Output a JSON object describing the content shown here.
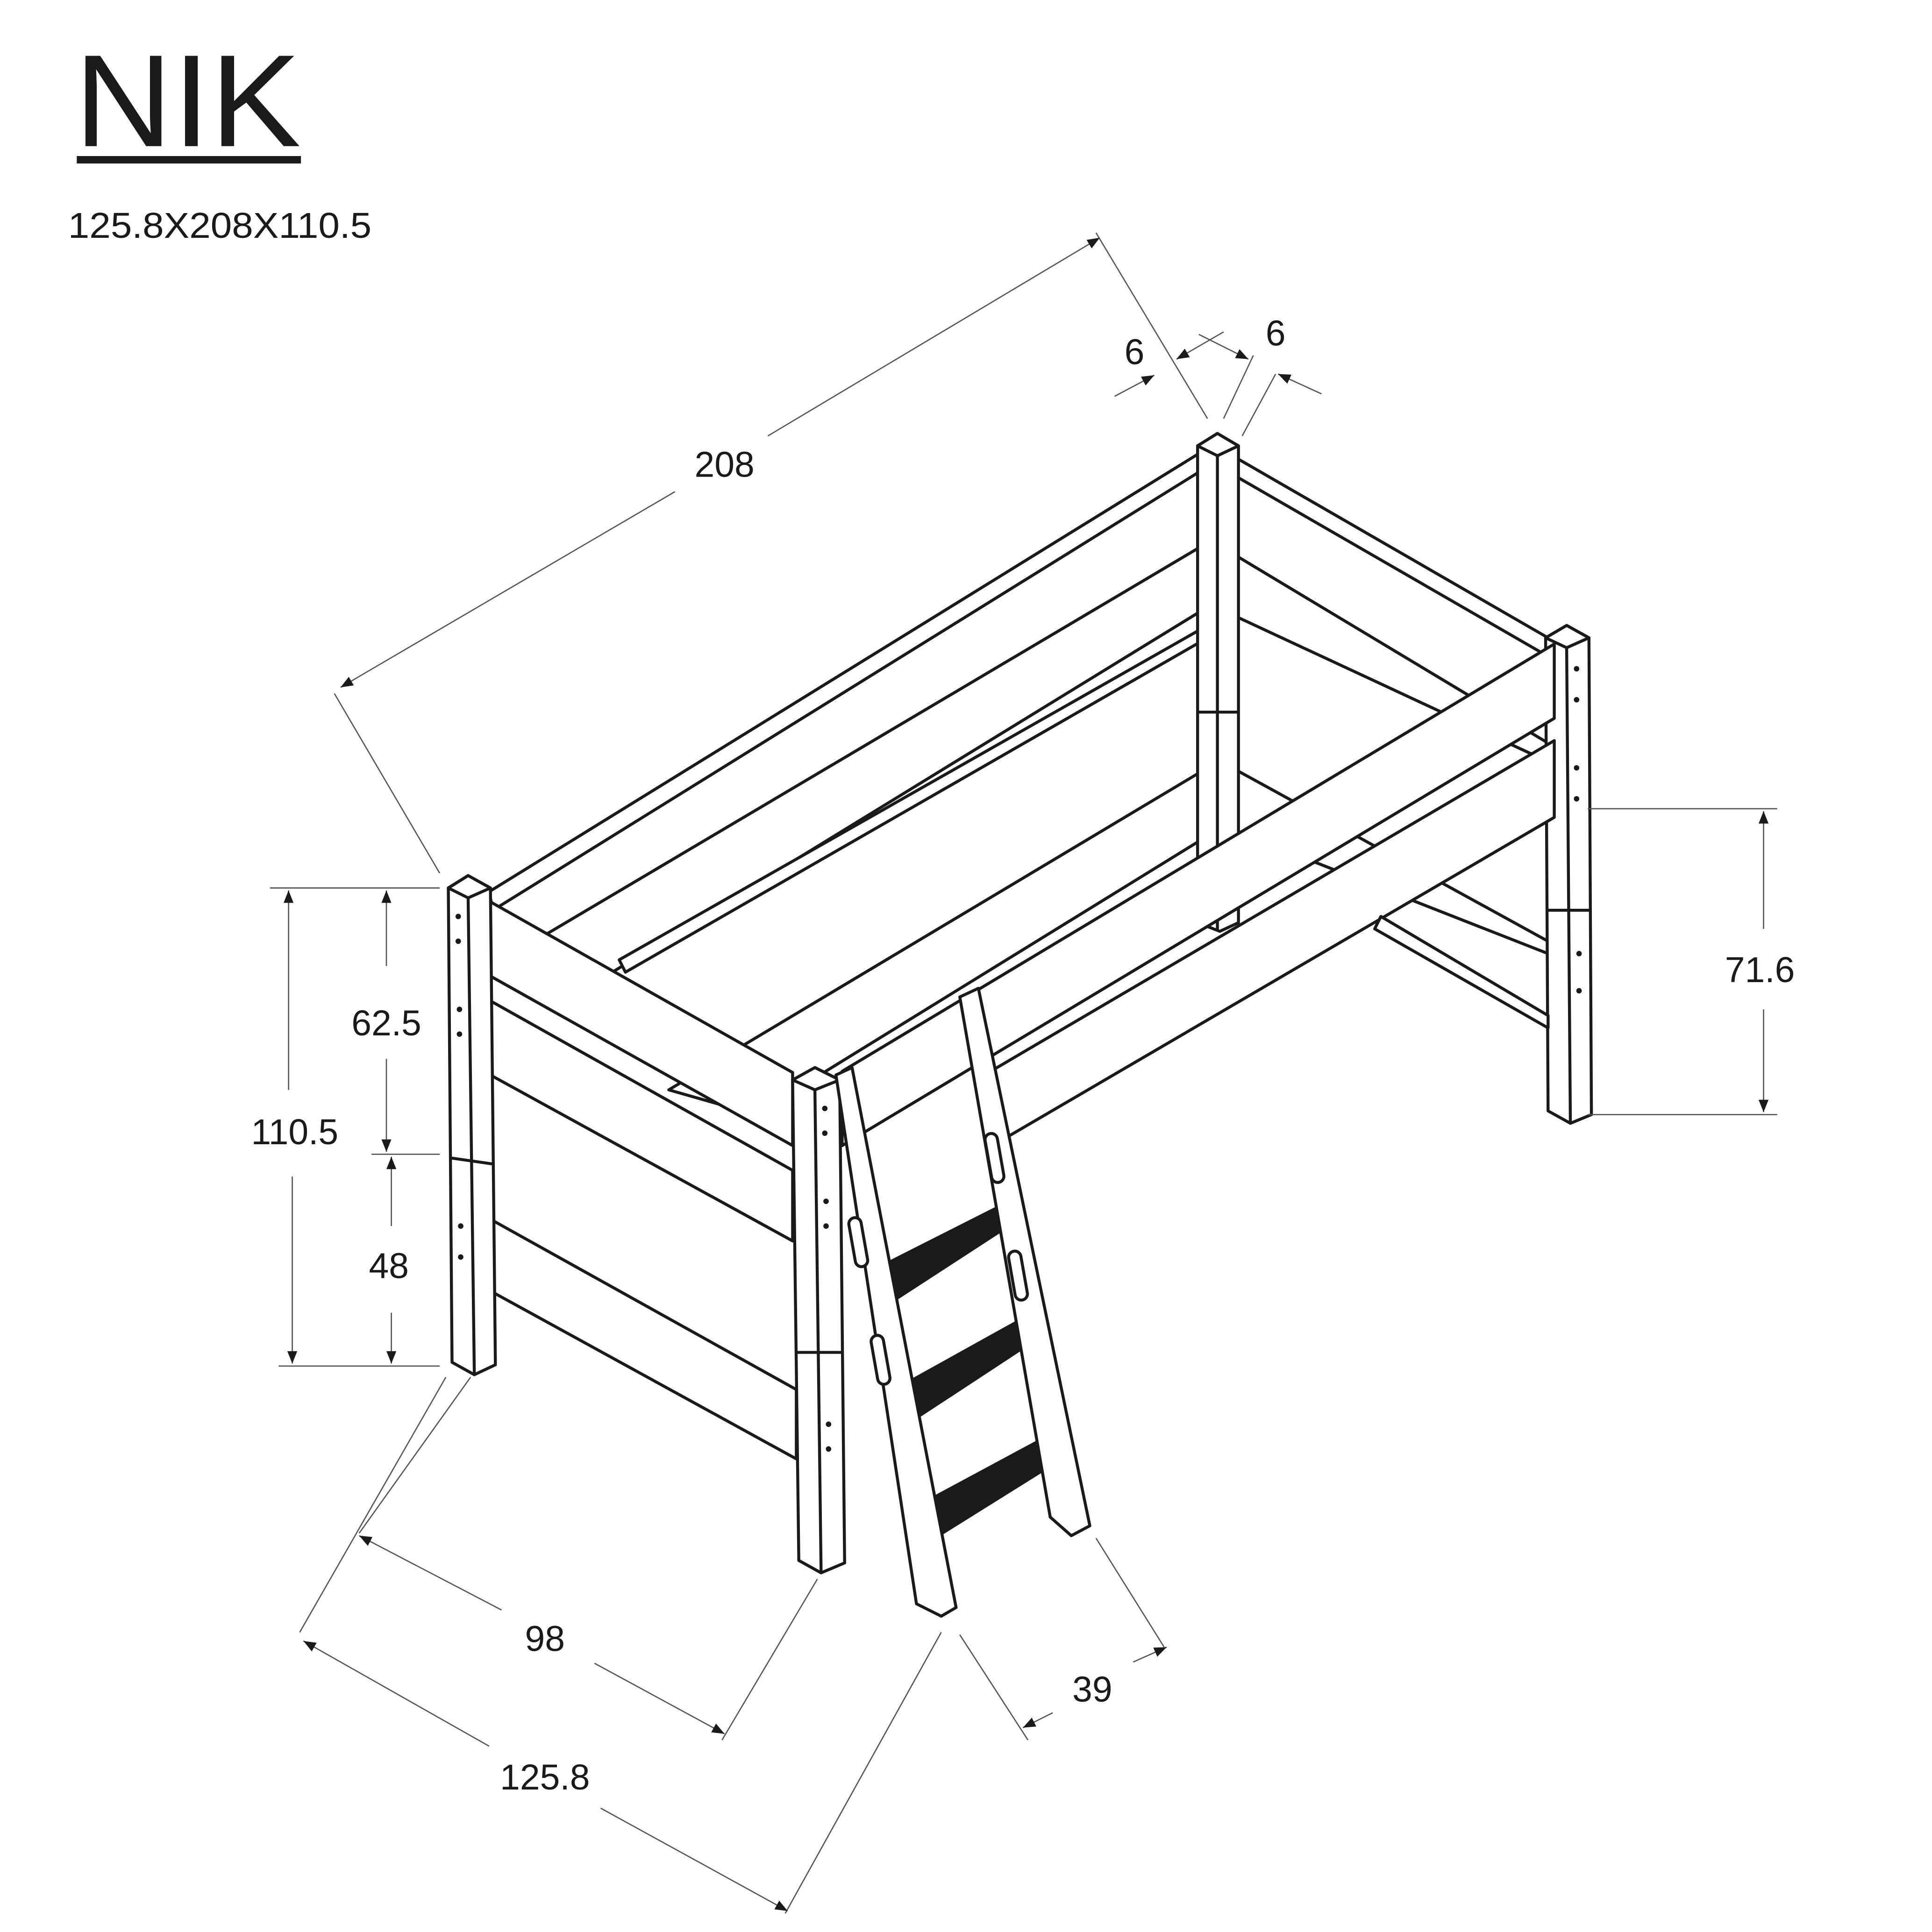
{
  "title": "NIK",
  "subtitle": "125.8X208X110.5",
  "dimensions": {
    "length": "208",
    "post_width_a": "6",
    "post_width_b": "6",
    "upper_height": "62.5",
    "total_height": "110.5",
    "lower_height": "48",
    "side_height": "71.6",
    "inner_width": "98",
    "total_width": "125.8",
    "ladder_depth": "39"
  },
  "colors": {
    "ink": "#1a1a1a",
    "background": "#ffffff"
  }
}
